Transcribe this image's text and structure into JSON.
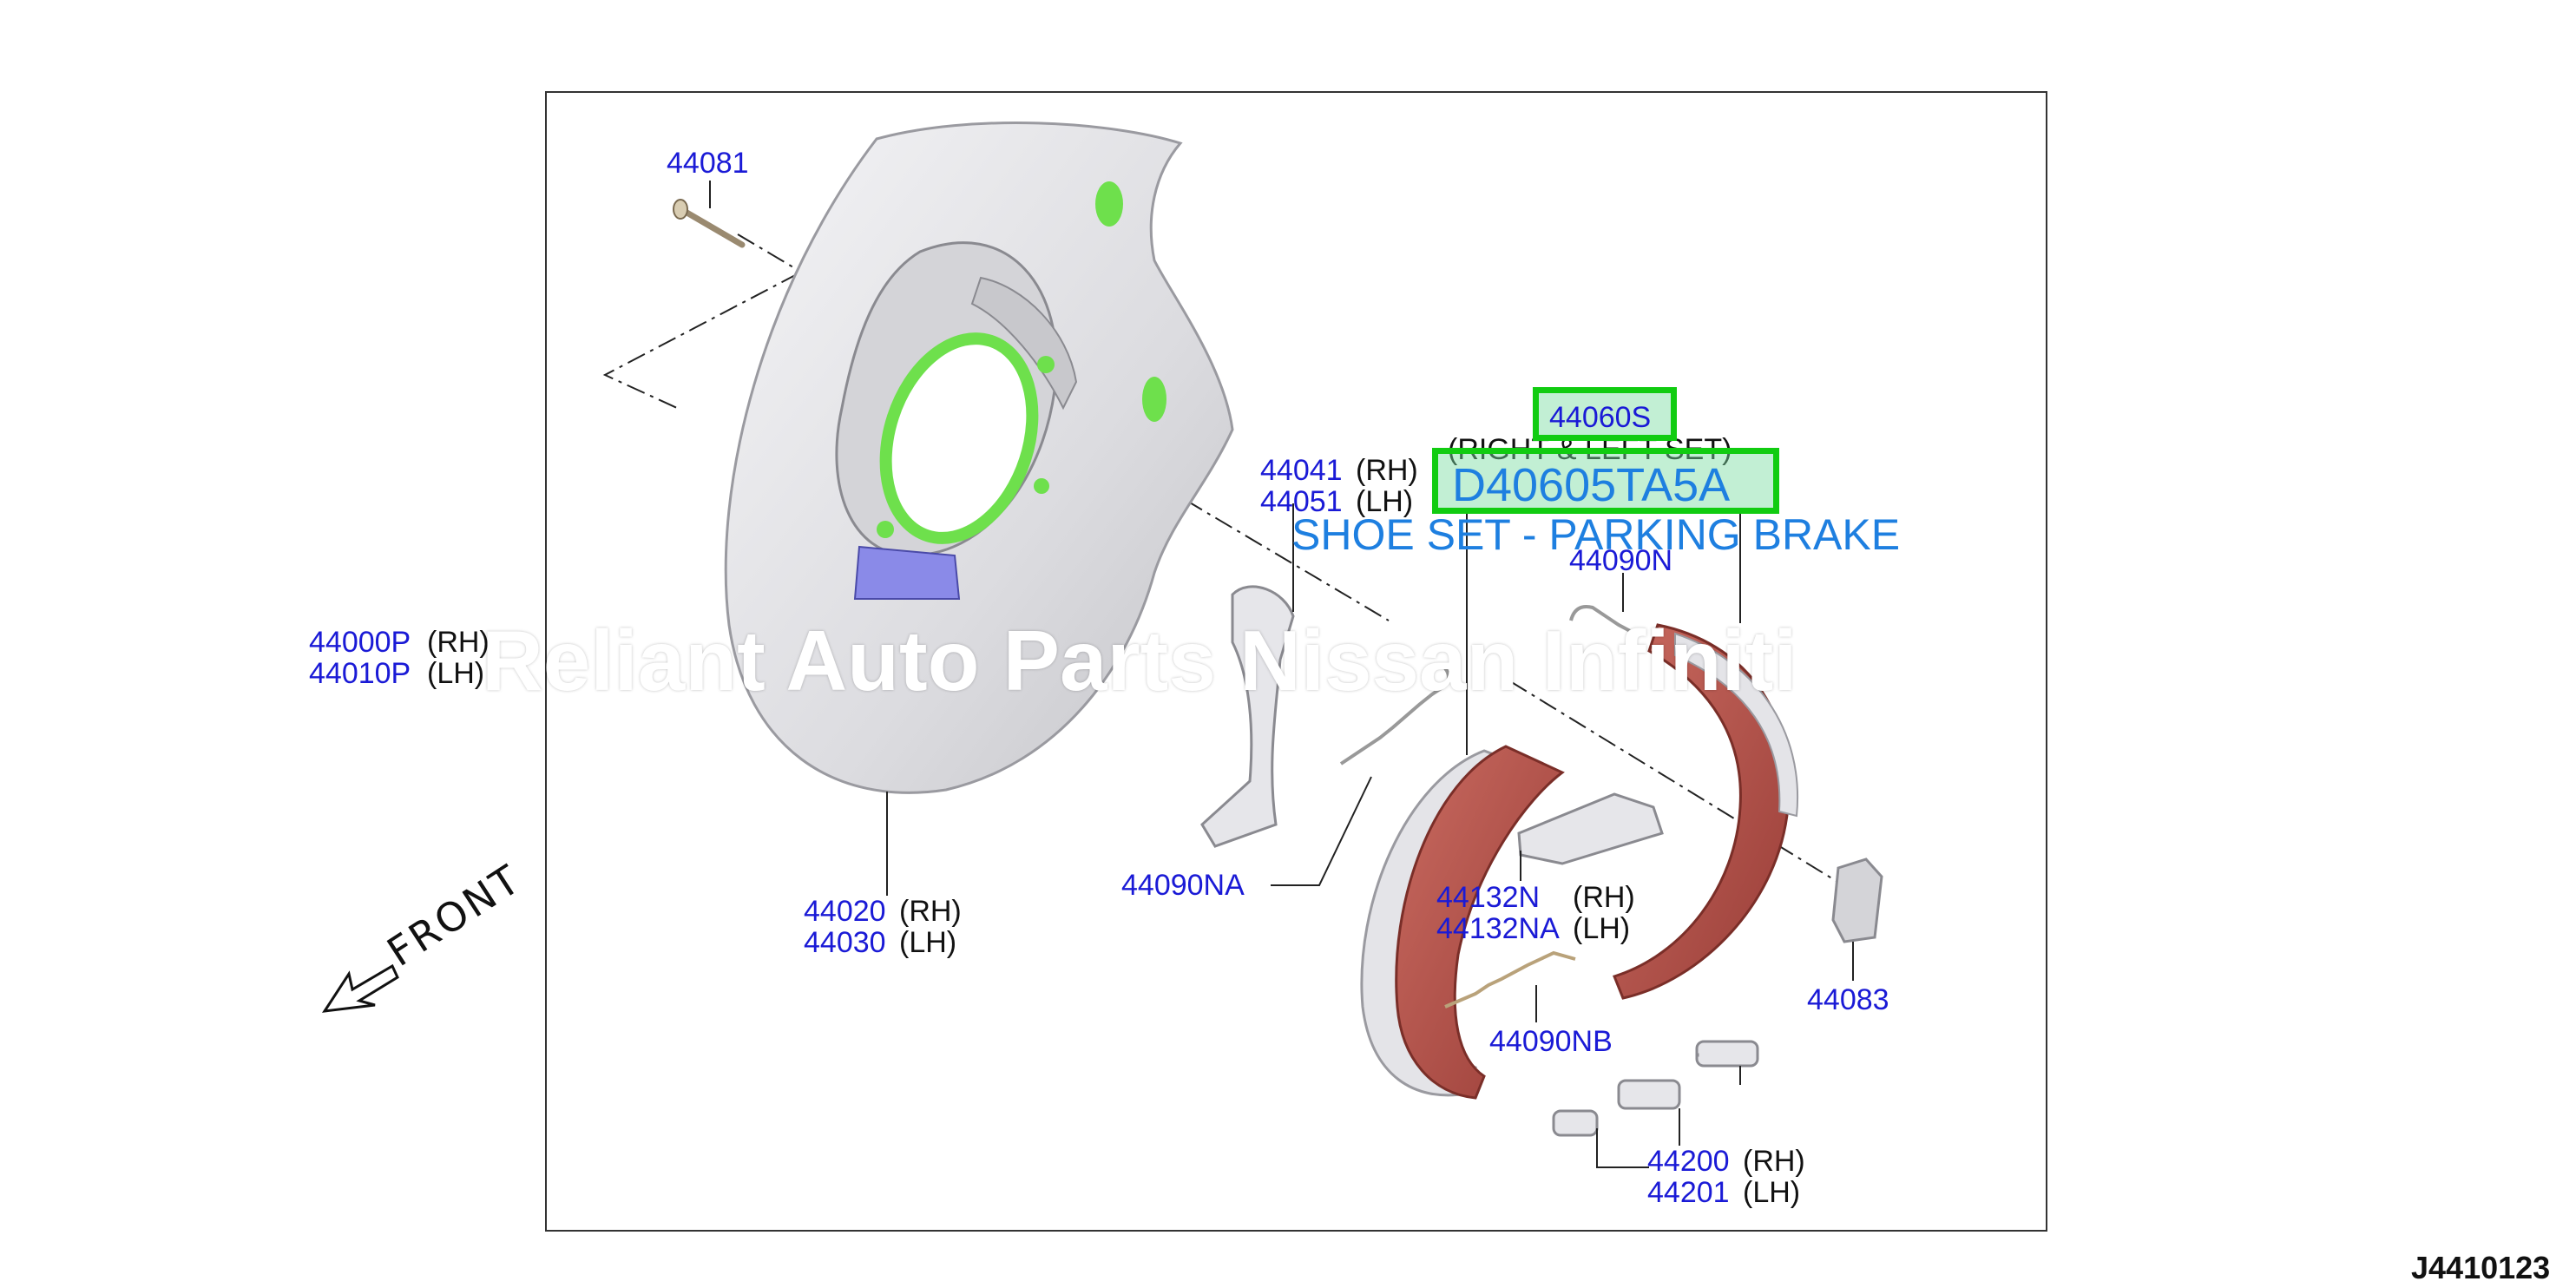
{
  "diagram": {
    "id": "J4410123",
    "front_label": "FRONT",
    "watermark": "Reliant Auto Parts Nissan Infiniti",
    "colors": {
      "part_number": "#1a1ad6",
      "highlight_border": "#11cc11",
      "callout_text": "#1e7fe0",
      "brake_shoe": "#b8544c",
      "backing_plate": "#e4e4e6",
      "seal": "#6ee04c",
      "retainer": "#8a8ae8"
    }
  },
  "highlight": {
    "part_number": "44060S",
    "replacement_number": "D40605TA5A",
    "description": "SHOE SET - PARKING BRAKE",
    "note": "(RIGHT & LEFT SET)"
  },
  "callouts": {
    "c44081": {
      "num": "44081"
    },
    "c44000": {
      "num_rh": "44000P",
      "side_rh": "(RH)",
      "num_lh": "44010P",
      "side_lh": "(LH)"
    },
    "c44020": {
      "num_rh": "44020",
      "side_rh": "(RH)",
      "num_lh": "44030",
      "side_lh": "(LH)"
    },
    "c44041": {
      "num_rh": "44041",
      "side_rh": "(RH)",
      "num_lh": "44051",
      "side_lh": "(LH)"
    },
    "c44090N": {
      "num": "44090N"
    },
    "c44090NA": {
      "num": "44090NA"
    },
    "c44132": {
      "num_rh": "44132N",
      "side_rh": "(RH)",
      "num_lh": "44132NA",
      "side_lh": "(LH)"
    },
    "c44090NB": {
      "num": "44090NB"
    },
    "c44083": {
      "num": "44083"
    },
    "c44200": {
      "num_rh": "44200",
      "side_rh": "(RH)",
      "num_lh": "44201",
      "side_lh": "(LH)"
    }
  }
}
